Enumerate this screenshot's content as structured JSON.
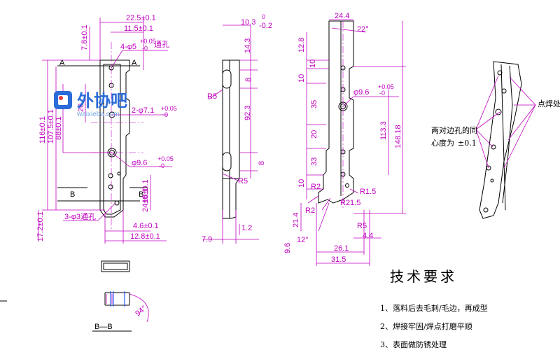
{
  "front_view": {
    "dims": {
      "w_22_5": "22.5±0.1",
      "w_11_5": "11.5±0.1",
      "top_7_8": "7.8±0.1",
      "hole_5": "4-φ5",
      "hole_5_tol_top": "+0.05",
      "hole_5_tol_bot": "-0",
      "through_hole": "通孔",
      "h_116": "116±0.1",
      "h_107": "107.5±0.1",
      "h_88": "88±0.1",
      "h_20": "20",
      "hole_7_1": "2-φ7.1",
      "hole_7_1_tol_top": "+0.05",
      "hole_7_1_tol_bot": "-0",
      "hole_9_6": "φ9.6",
      "hole_9_6_tol_top": "+0.05",
      "hole_9_6_tol_bot": "-0",
      "h_16": "16±0.1",
      "h_24": "24±0.1",
      "h_17_2": "17.2±0.1",
      "hole_3": "3-φ3通孔",
      "w_4_6": "4.6±0.1",
      "w_12_8": "12.8±0.1"
    },
    "section_a": "A",
    "section_b": "B"
  },
  "side_view": {
    "dims": {
      "w_10_3": "10.3",
      "w_10_3_tol_top": "0",
      "w_10_3_tol_bot": "-0.2",
      "h_14_3": "14.3",
      "h_8a": "8",
      "h_92_3": "92.3",
      "h_8b": "8",
      "r5a": "R5",
      "r5b": "R5",
      "t_1_2": "1.2",
      "w_7_9": "7.9"
    }
  },
  "right_view": {
    "dims": {
      "w_24_4": "24.4",
      "a_22": "22°",
      "h_12_8": "12.8",
      "h_10a": "10",
      "h_10b": "10",
      "hole_9_6": "φ9.6",
      "hole_9_6_tol_top": "+0.05",
      "hole_9_6_tol_bot": "-0",
      "h_35": "35",
      "h_20": "20",
      "h_33": "33",
      "h_10c": "10",
      "h_113_3": "113.3",
      "h_148_18": "148.18",
      "r2a": "R2",
      "r1_5": "R1.5",
      "r2b": "R2",
      "r21_5": "R21.5",
      "h_21_4": "21.4",
      "r5": "R5",
      "w_4_4": "4.4",
      "h_9_6": "9.6",
      "a_12": "12°",
      "w_26_1": "26.1",
      "w_31_5": "31.5"
    }
  },
  "section_bb": {
    "label": "B—B",
    "angle": "94°"
  },
  "iso_view": {
    "note_left_line1": "两对边孔的同",
    "note_left_line2": "心度为",
    "note_left_value": "±0.1",
    "note_right": "点焊处"
  },
  "tech_requirements": {
    "title": "技术要求",
    "items": [
      "1、落料后去毛刺/毛边，再成型",
      "2、焊接牢固/焊点打磨平顺",
      "3、表面做防锈处理"
    ]
  },
  "watermark": {
    "brand": "外协吧",
    "url": "waixieba.com"
  }
}
